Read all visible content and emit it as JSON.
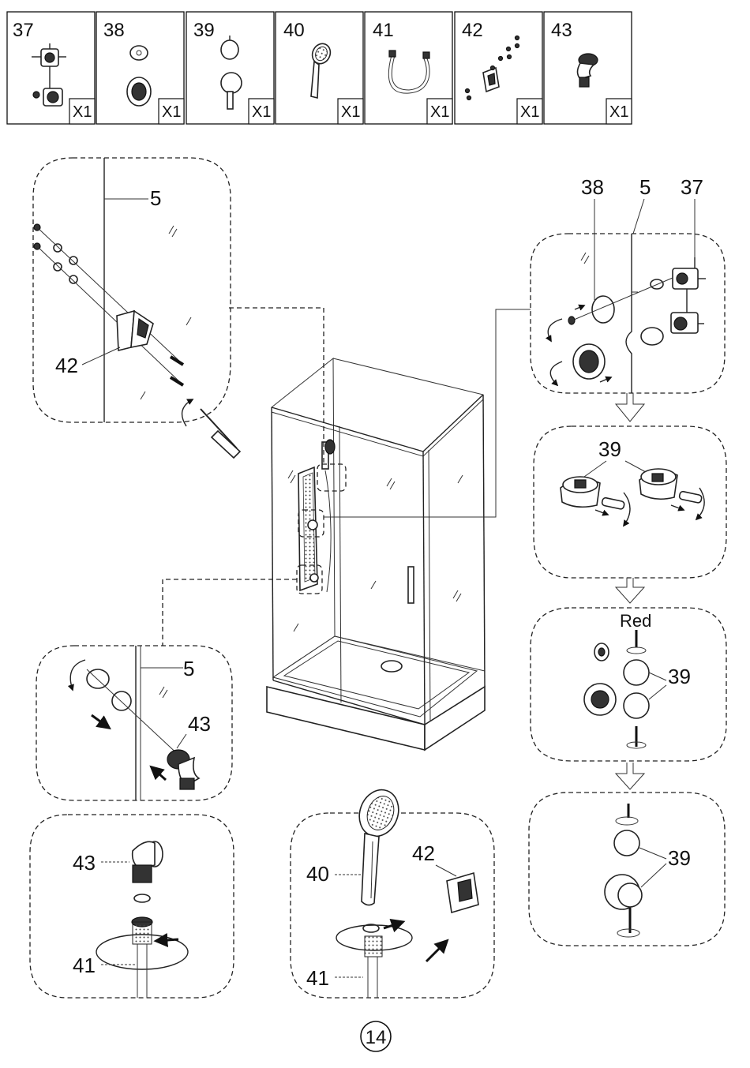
{
  "parts_strip": [
    {
      "number": "37",
      "qty": "X1",
      "icon": "mixer-valve-icon"
    },
    {
      "number": "38",
      "qty": "X1",
      "icon": "cover-plate-icon"
    },
    {
      "number": "39",
      "qty": "X1",
      "icon": "handle-knob-icon"
    },
    {
      "number": "40",
      "qty": "X1",
      "icon": "hand-shower-icon"
    },
    {
      "number": "41",
      "qty": "X1",
      "icon": "shower-hose-icon"
    },
    {
      "number": "42",
      "qty": "X1",
      "icon": "shower-bracket-icon"
    },
    {
      "number": "43",
      "qty": "X1",
      "icon": "elbow-connector-icon"
    }
  ],
  "callouts": {
    "bracket_panel": {
      "wall": "5",
      "bracket": "42"
    },
    "valve_panel": {
      "plate": "38",
      "wall": "5",
      "valve": "37"
    },
    "handle_panel": {
      "handle": "39"
    },
    "red_panel": {
      "color_label": "Red",
      "handle": "39"
    },
    "final_panel": {
      "handle": "39"
    },
    "elbow_panel": {
      "wall": "5",
      "elbow": "43"
    },
    "hose_elbow_panel": {
      "elbow": "43",
      "hose": "41"
    },
    "shower_panel": {
      "shower": "40",
      "bracket": "42",
      "hose": "41"
    }
  },
  "page_number": "14"
}
